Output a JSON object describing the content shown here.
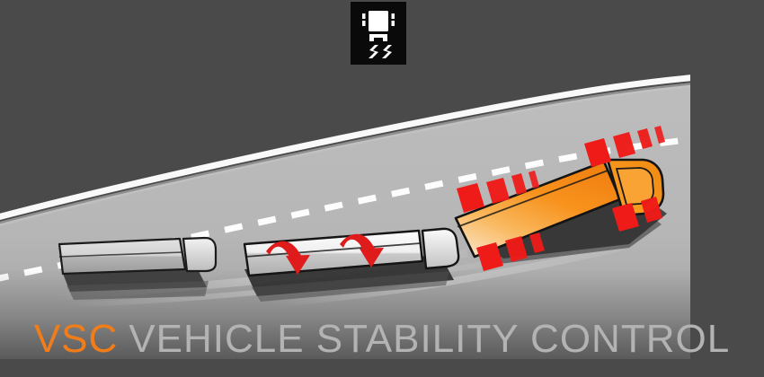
{
  "graphic": {
    "title_prefix": "VSC",
    "title_rest": "VEHICLE STABILITY CONTROL",
    "icon_name": "vsc-skid-indicator-icon",
    "icon_description": "Car with skid lines",
    "background_color": "#4a4a4a",
    "accent_color": "#f07d1a",
    "caption_color": "#b3b3b3",
    "road_color": "#b9b9b9",
    "road_marking_color": "#ffffff",
    "brake_marker_color": "#ee1b18",
    "arrow_color": "#e01b1b"
  },
  "road": {
    "edge_line": "solid-white-edge-line",
    "center_line": "dashed-white-center-line",
    "shoulder": "road-shoulder"
  },
  "vehicles": [
    {
      "id": "vehicle-stable-rear",
      "label": "Trailing vehicle",
      "body_color": "#d8d8d8",
      "state": "stable",
      "indicators": []
    },
    {
      "id": "vehicle-skidding",
      "label": "Skidding vehicle",
      "body_color": "#e9e9e9",
      "state": "oversteer-skid",
      "indicators": [
        "skid-arrow-left",
        "skid-arrow-right"
      ]
    },
    {
      "id": "vehicle-vsc-corrected",
      "label": "VSC corrected vehicle",
      "body_color": "#f79b23",
      "state": "vsc-active",
      "indicators": [
        "brake-force-front-left",
        "brake-force-rear-left",
        "brake-force-front-right",
        "brake-force-rear-right"
      ]
    }
  ]
}
